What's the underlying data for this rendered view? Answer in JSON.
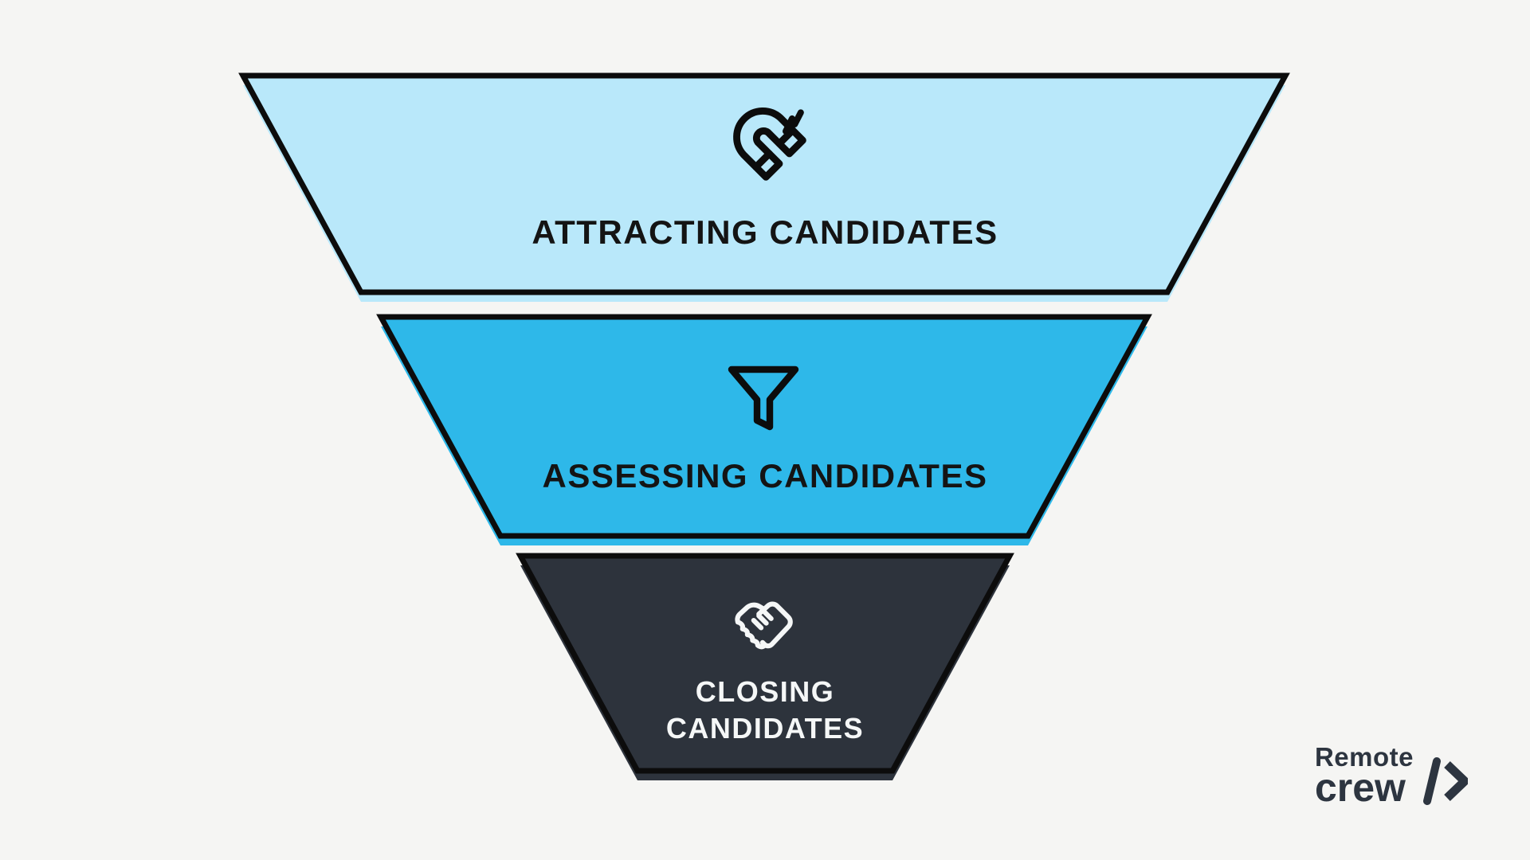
{
  "page": {
    "background_color": "#f5f5f3"
  },
  "funnel": {
    "border_color": "#0c0c0c",
    "tiers": [
      {
        "label": "ATTRACTING CANDIDATES",
        "icon": "magnet-icon",
        "fill": "#b9e8fa",
        "text_color": "#141414"
      },
      {
        "label": "ASSESSING CANDIDATES",
        "icon": "funnel-icon",
        "fill": "#2eb8e9",
        "text_color": "#141414"
      },
      {
        "label": "CLOSING CANDIDATES",
        "icon": "handshake-icon",
        "fill": "#2d333c",
        "text_color": "#f5f7f7"
      }
    ]
  },
  "logo": {
    "line1": "Remote",
    "line2": "crew",
    "symbol": "/>",
    "color": "#2d3540"
  }
}
